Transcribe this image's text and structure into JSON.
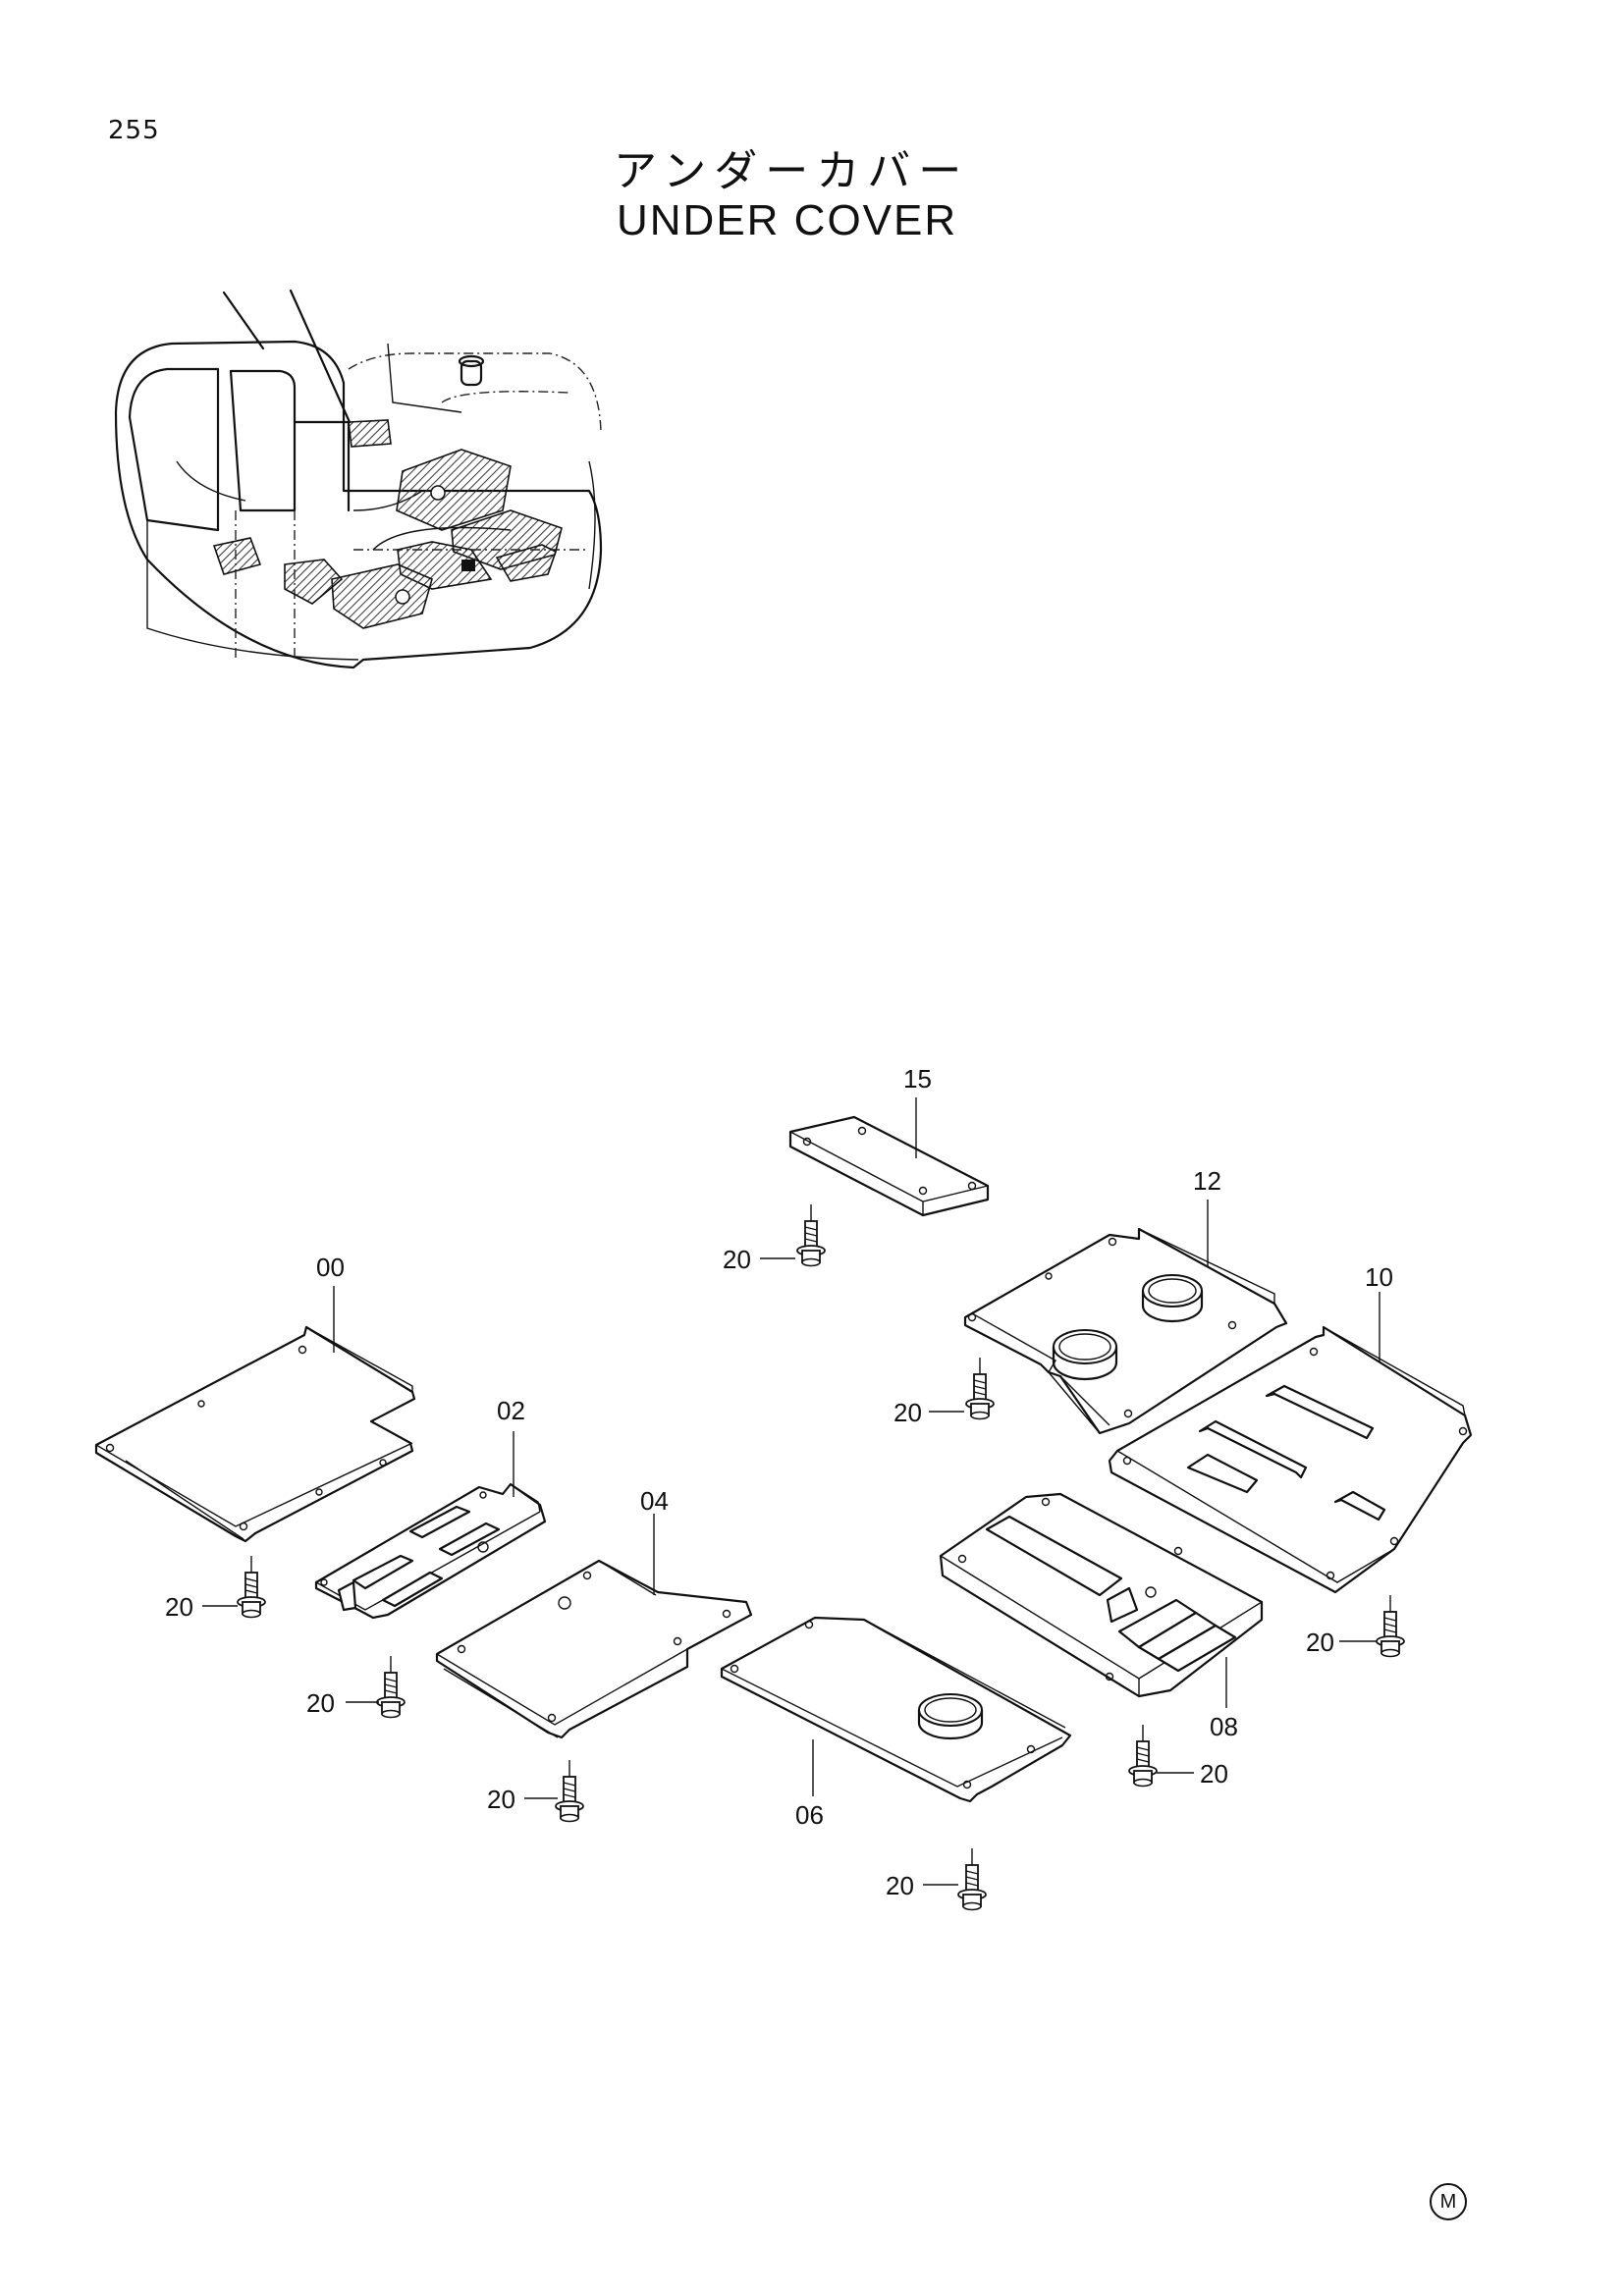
{
  "page": {
    "number": "255",
    "title_jp": "アンダーカバー",
    "title_en": "UNDER COVER",
    "mark": "M"
  },
  "callouts": {
    "c00": "00",
    "c02": "02",
    "c04": "04",
    "c06": "06",
    "c08": "08",
    "c10": "10",
    "c12": "12",
    "c15": "15",
    "bolt": "20"
  }
}
